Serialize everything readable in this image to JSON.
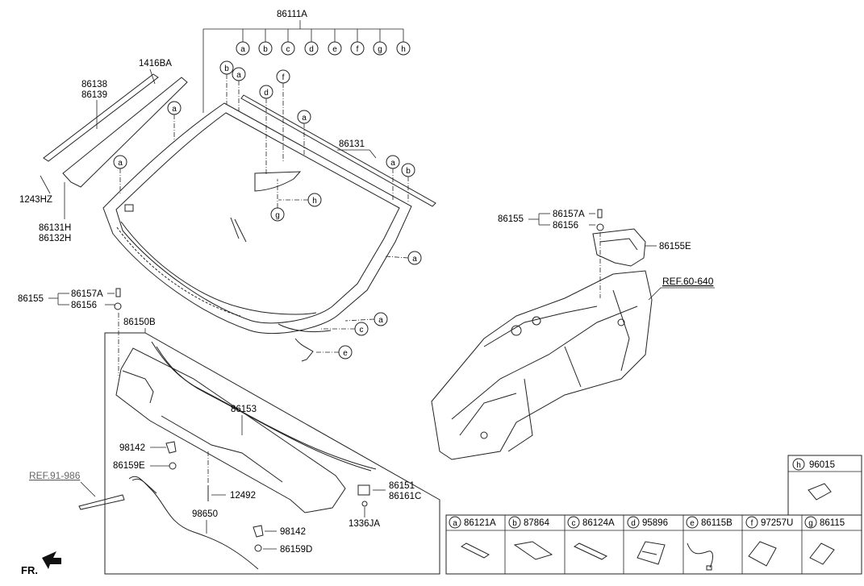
{
  "labels": {
    "main_windshield": "86111A",
    "mould_clip": "1416BA",
    "side_mould_a": "86138",
    "side_mould_b": "86139",
    "screw_left": "1243HZ",
    "garnish_a": "86131H",
    "garnish_b": "86132H",
    "top_mould": "86131",
    "bracket_group_left": "86155",
    "bolt_left": "86157A",
    "nut_left": "86156",
    "cowl_assy": "86150B",
    "cowl_panel": "86153",
    "clip_upper": "98142",
    "grommet_upper": "86159E",
    "screw_cowl": "12492",
    "hose": "98650",
    "clip_lower": "98142",
    "grommet_lower": "86159D",
    "cap_a": "86151",
    "cap_b": "86161C",
    "clip_cowl": "1336JA",
    "bracket_group_right": "86155",
    "bolt_right": "86157A",
    "nut_right": "86156",
    "bracket": "86155E",
    "ref_body": "REF.60-640",
    "ref_wiper": "REF.91-986",
    "front_marker": "FR."
  },
  "circle_letters": [
    "a",
    "b",
    "c",
    "d",
    "e",
    "f",
    "g",
    "h"
  ],
  "legend_top": {
    "letter": "h",
    "part": "96015"
  },
  "legend_row": [
    {
      "letter": "a",
      "part": "86121A"
    },
    {
      "letter": "b",
      "part": "87864"
    },
    {
      "letter": "c",
      "part": "86124A"
    },
    {
      "letter": "d",
      "part": "95896"
    },
    {
      "letter": "e",
      "part": "86115B"
    },
    {
      "letter": "f",
      "part": "97257U"
    },
    {
      "letter": "g",
      "part": "86115"
    }
  ]
}
